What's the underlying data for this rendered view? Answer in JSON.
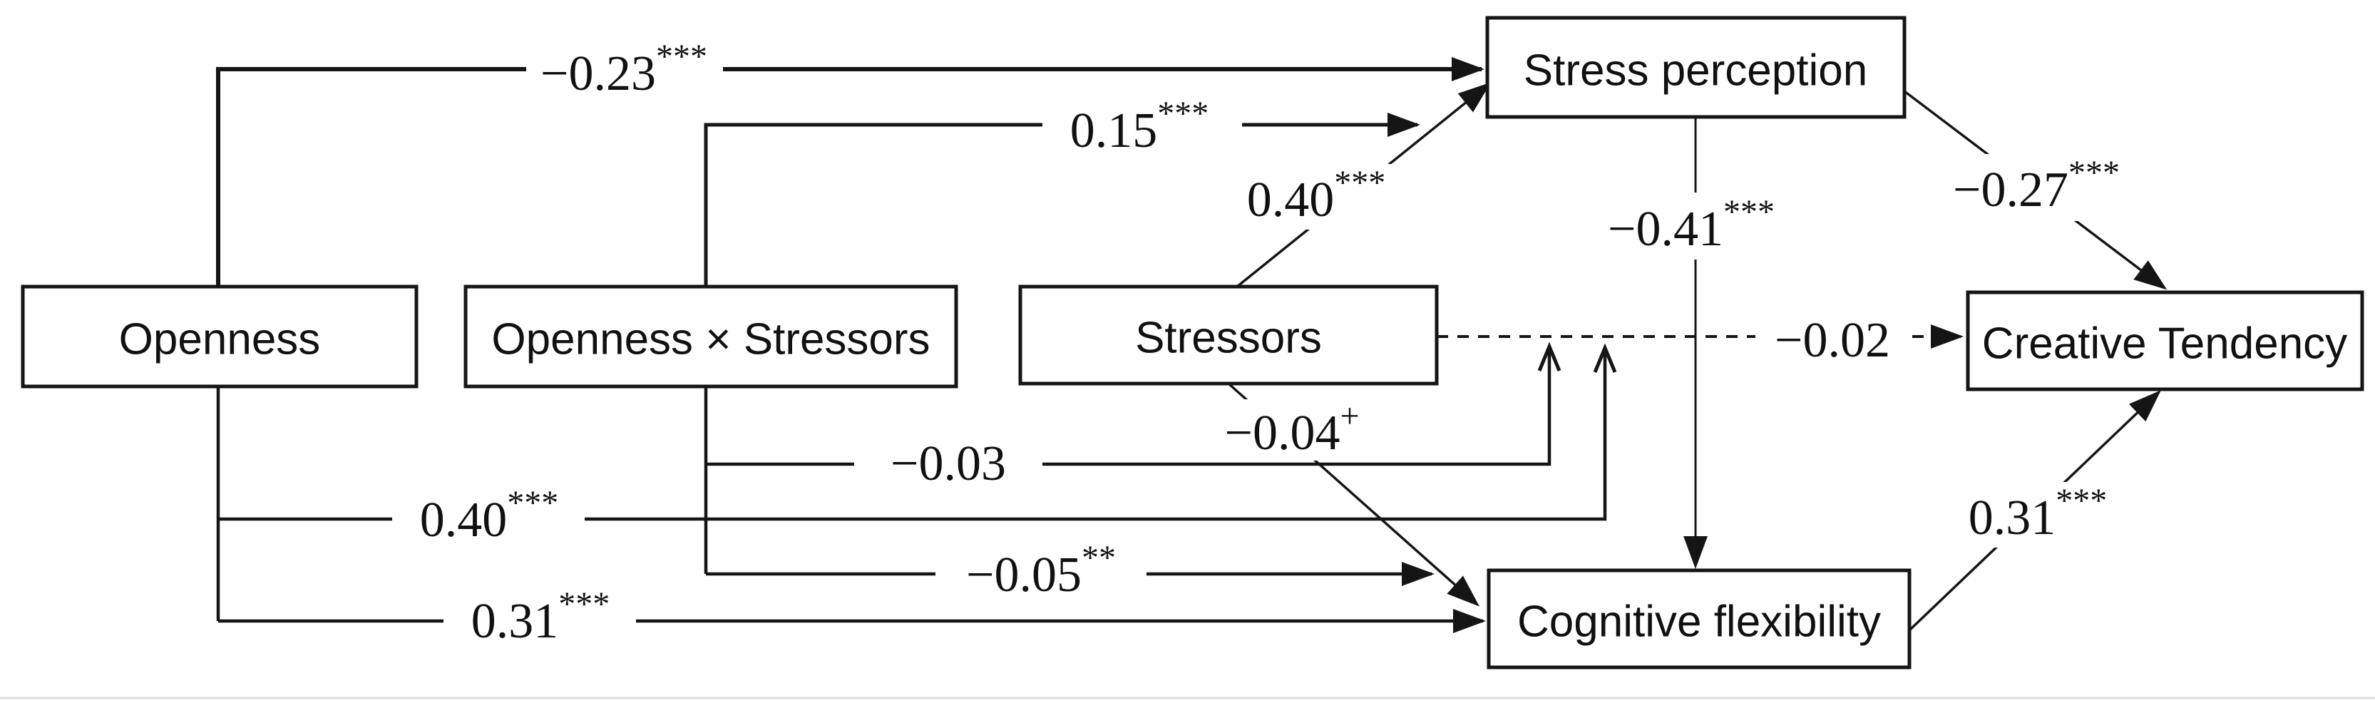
{
  "figure": {
    "type": "path-diagram",
    "background_color": "#ffffff",
    "line_color": "#151515",
    "nodes": {
      "openness": "Openness",
      "openness_x_stressors": "Openness × Stressors",
      "stressors": "Stressors",
      "stress_perception": "Stress perception",
      "cognitive_flexibility": "Cognitive flexibility",
      "creative_tendency": "Creative Tendency"
    },
    "paths": {
      "openness_to_stress_perception": {
        "from": "Openness",
        "to": "Stress perception",
        "coef": "−0.23",
        "sig": "***",
        "style": "solid"
      },
      "interaction_to_stress_perception": {
        "from": "Openness × Stressors",
        "to": "Stress perception",
        "coef": "0.15",
        "sig": "***",
        "style": "solid"
      },
      "stressors_to_stress_perception": {
        "from": "Stressors",
        "to": "Stress perception",
        "coef": "0.40",
        "sig": "***",
        "style": "solid"
      },
      "stress_perception_to_creative_tendency": {
        "from": "Stress perception",
        "to": "Creative Tendency",
        "coef": "−0.27",
        "sig": "***",
        "style": "solid"
      },
      "stress_perception_to_cognitive_flexibility": {
        "from": "Stress perception",
        "to": "Cognitive flexibility",
        "coef": "−0.41",
        "sig": "***",
        "style": "solid"
      },
      "stressors_to_creative_tendency": {
        "from": "Stressors",
        "to": "Creative Tendency",
        "coef": "−0.02",
        "sig": "",
        "style": "dashed"
      },
      "interaction_to_stressors_creative_path": {
        "from": "Openness × Stressors",
        "to": "Stressors → Creative Tendency path",
        "coef": "−0.03",
        "sig": "",
        "style": "solid"
      },
      "openness_to_stressors_creative_path": {
        "from": "Openness",
        "to": "Stressors → Creative Tendency path",
        "coef": "0.40",
        "sig": "***",
        "style": "solid"
      },
      "interaction_to_cognitive_flexibility": {
        "from": "Openness × Stressors",
        "to": "Cognitive flexibility",
        "coef": "−0.05",
        "sig": "**",
        "style": "solid"
      },
      "stressors_to_cognitive_flexibility": {
        "from": "Stressors",
        "to": "Cognitive flexibility",
        "coef": "−0.04",
        "sig": "+",
        "style": "solid"
      },
      "openness_to_cognitive_flexibility": {
        "from": "Openness",
        "to": "Cognitive flexibility",
        "coef": "0.31",
        "sig": "***",
        "style": "solid"
      },
      "cognitive_flexibility_to_creative_tendency": {
        "from": "Cognitive flexibility",
        "to": "Creative Tendency",
        "coef": "0.31",
        "sig": "***",
        "style": "solid"
      }
    }
  }
}
